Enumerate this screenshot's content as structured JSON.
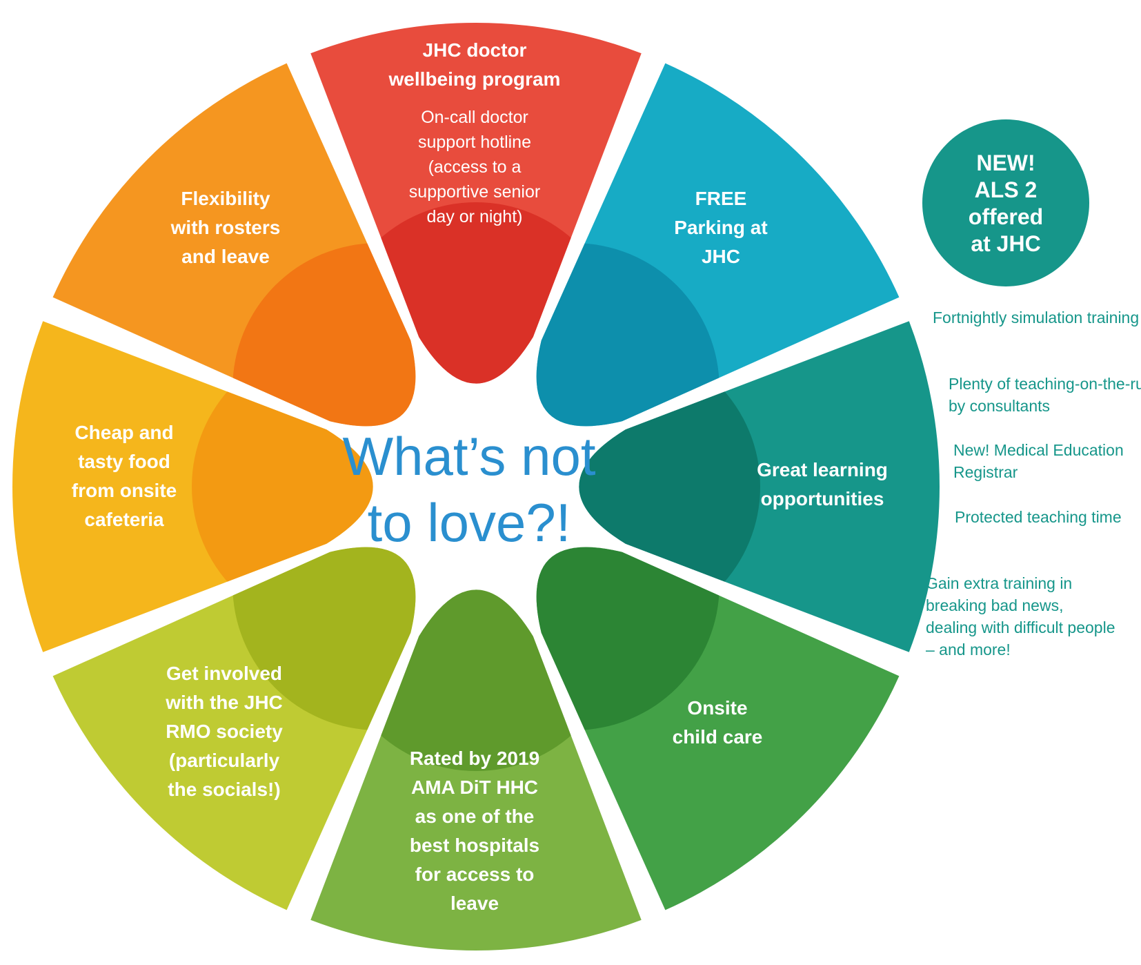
{
  "center": {
    "lines": [
      "What’s not",
      "to love?!"
    ]
  },
  "segments": [
    {
      "id": "wellbeing",
      "color": "#e84c3d",
      "inner_color": "#da3127",
      "title": [
        "JHC doctor",
        "wellbeing program"
      ],
      "body": [
        "On-call doctor",
        "support hotline",
        "(access to  a",
        "supportive senior",
        "day or night)"
      ]
    },
    {
      "id": "parking",
      "color": "#17abc5",
      "inner_color": "#0d8fac",
      "title": [
        "FREE",
        "Parking at",
        "JHC"
      ],
      "body": []
    },
    {
      "id": "learning",
      "color": "#16968a",
      "inner_color": "#0d7a6b",
      "title": [
        "Great learning",
        "opportunities"
      ],
      "body": []
    },
    {
      "id": "childcare",
      "color": "#43a147",
      "inner_color": "#2c8534",
      "title": [
        "Onsite",
        "child care"
      ],
      "body": []
    },
    {
      "id": "leave-rating",
      "color": "#7db343",
      "inner_color": "#5f9a2c",
      "title": [
        "Rated by 2019",
        "AMA DiT HHC",
        "as one of the",
        "best hospitals",
        "for access to",
        "leave"
      ],
      "body": []
    },
    {
      "id": "rmo-society",
      "color": "#bfcb33",
      "inner_color": "#a3b41e",
      "title": [
        "Get involved",
        "with the JHC",
        "RMO society",
        "(particularly",
        "the socials!)"
      ],
      "body": []
    },
    {
      "id": "cafeteria",
      "color": "#f5b61c",
      "inner_color": "#f39a12",
      "title": [
        "Cheap and",
        "tasty food",
        "from  onsite",
        "cafeteria"
      ],
      "body": []
    },
    {
      "id": "rosters",
      "color": "#f59620",
      "inner_color": "#f27614",
      "title": [
        "Flexibility",
        "with rosters",
        "and leave"
      ],
      "body": []
    }
  ],
  "badge": {
    "lines": [
      "NEW!",
      "ALS 2",
      "offered",
      "at JHC"
    ],
    "color": "#16968a"
  },
  "learning_notes": [
    "Fortnightly simulation training",
    "Plenty of teaching-on-the-run by consultants",
    "New! Medical Education Registrar",
    "Protected teaching time",
    "Gain extra training in breaking bad news, dealing with difficult people – and more!"
  ]
}
